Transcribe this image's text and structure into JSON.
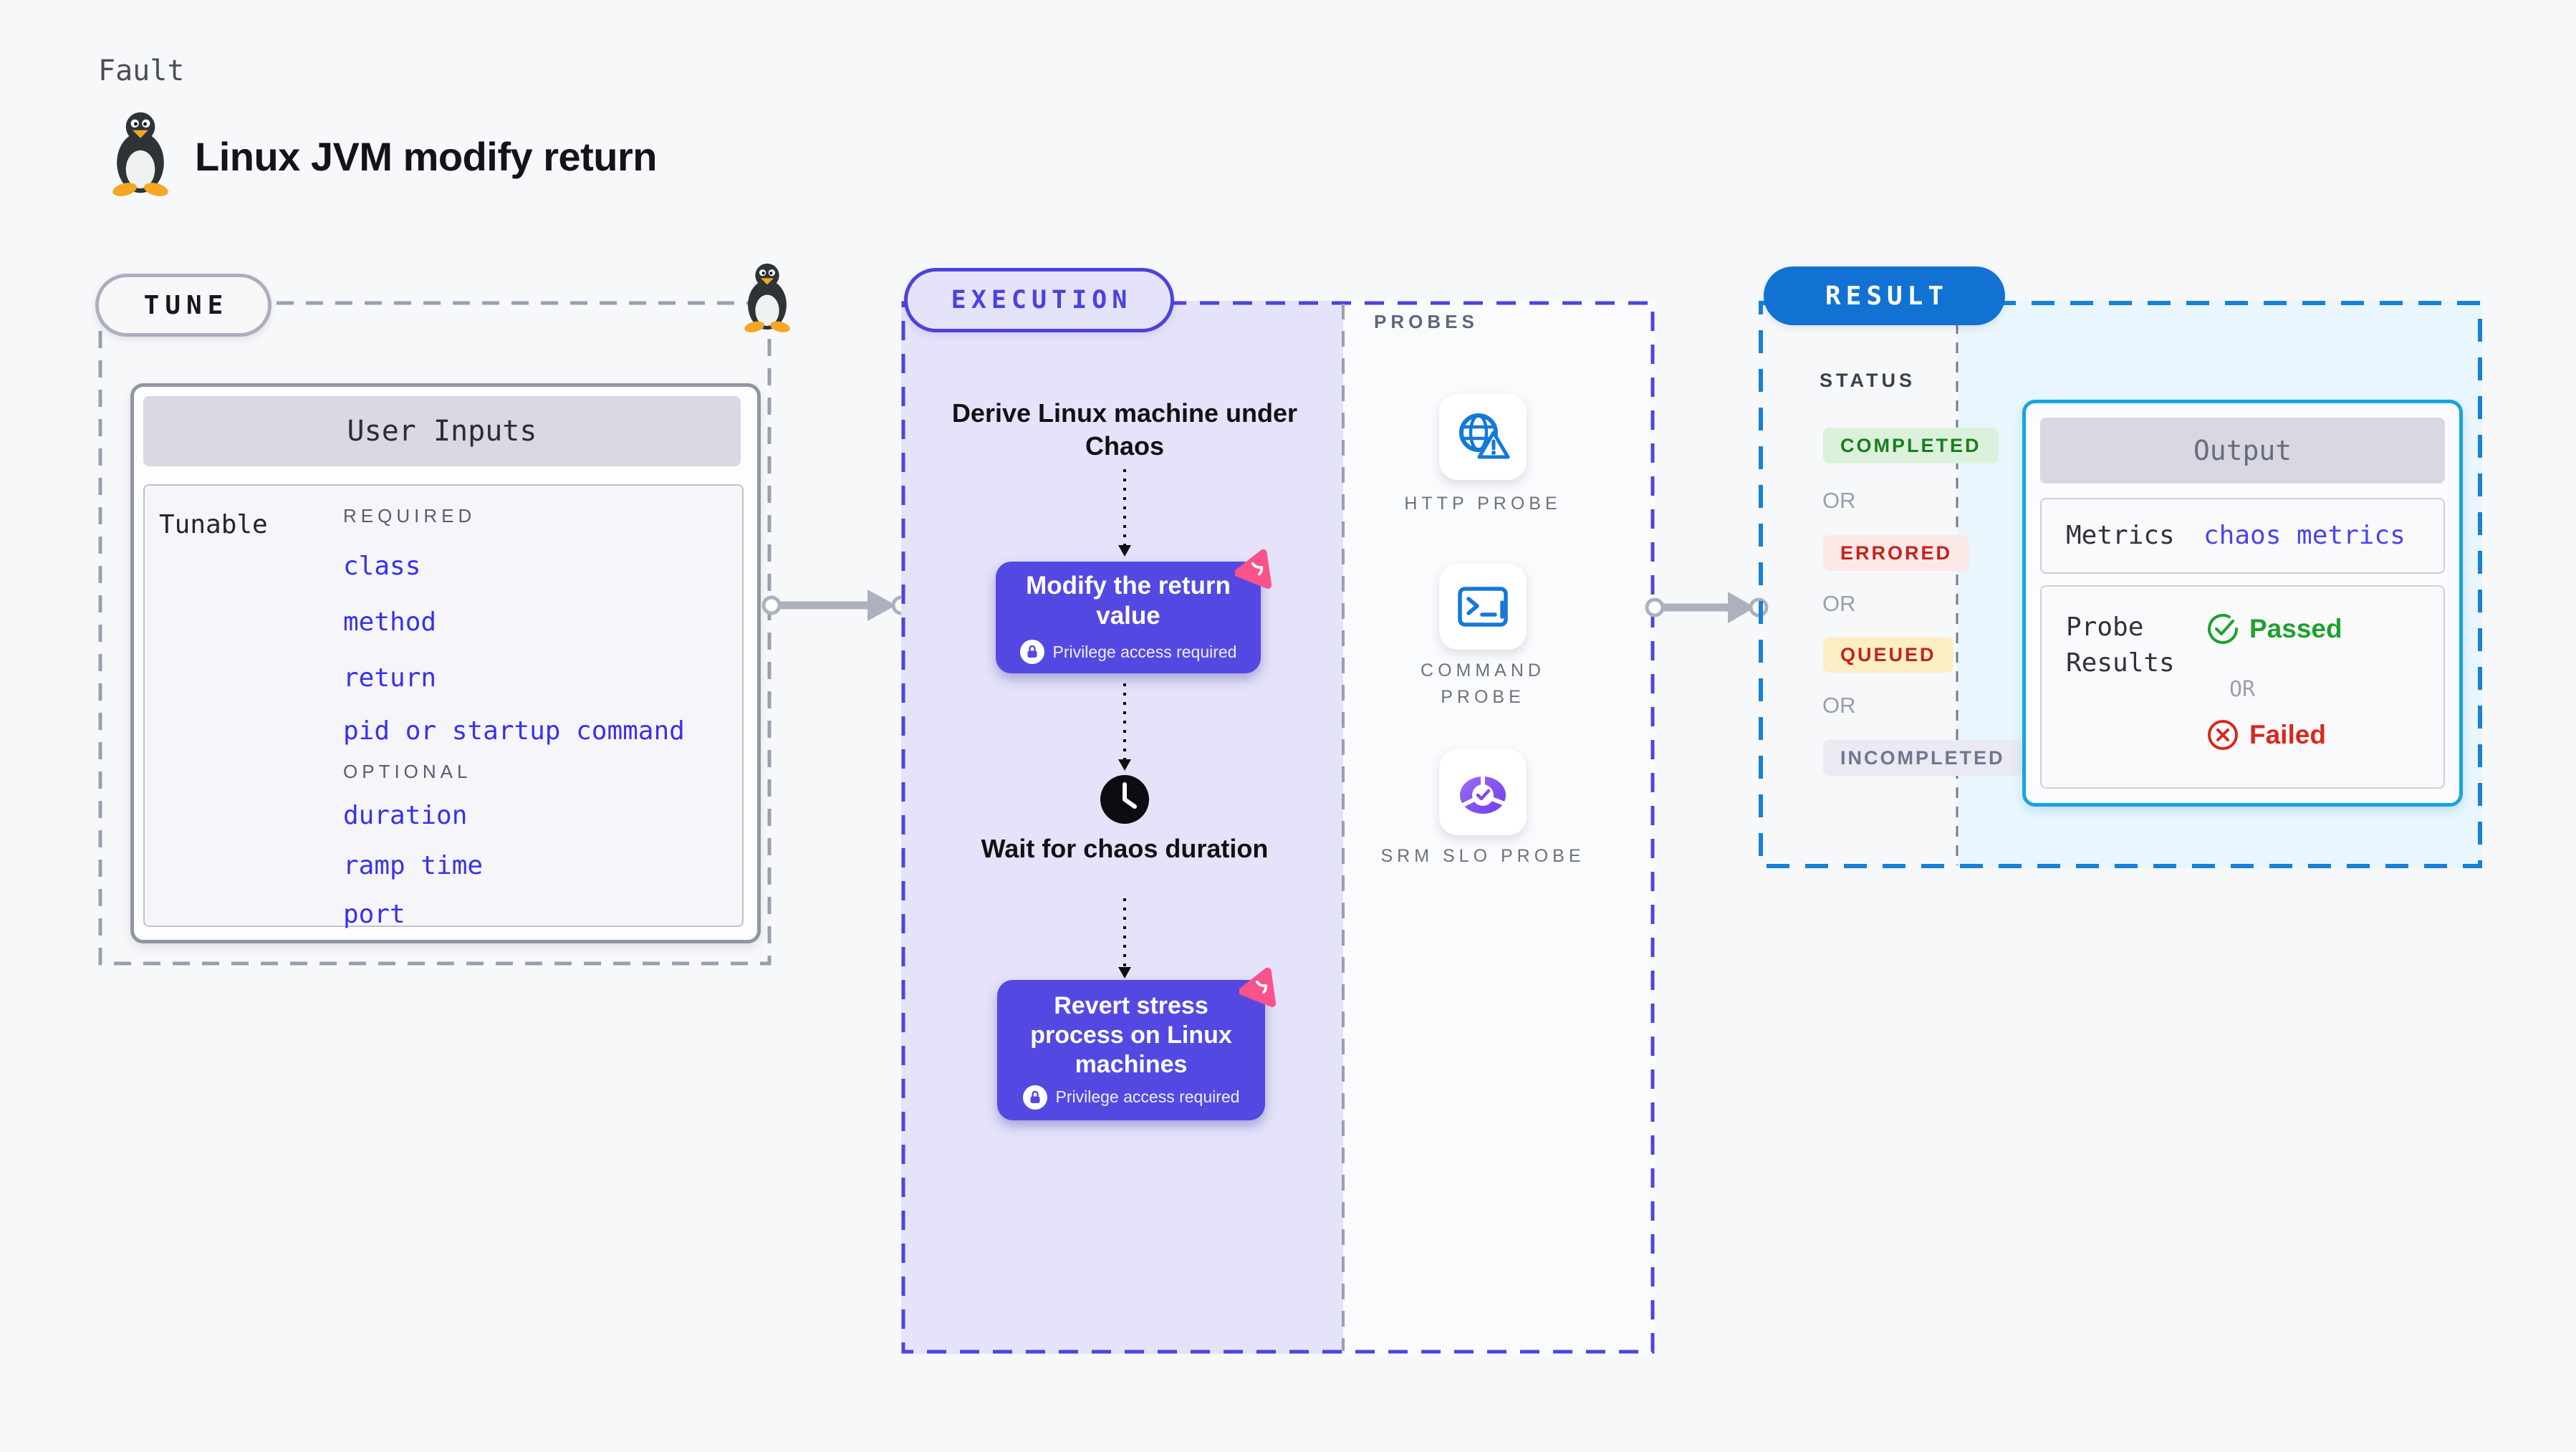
{
  "page": {
    "fault_label": "Fault",
    "title": "Linux JVM modify return"
  },
  "tune": {
    "pill": "TUNE",
    "card_title": "User Inputs",
    "row_label": "Tunable",
    "required_label": "REQUIRED",
    "required_items": [
      "class",
      "method",
      "return",
      "pid or startup command"
    ],
    "optional_label": "OPTIONAL",
    "optional_items": [
      "duration",
      "ramp time",
      "port"
    ]
  },
  "execution": {
    "pill": "EXECUTION",
    "step_derive": "Derive Linux machine under Chaos",
    "box_modify": "Modify the return value",
    "privilege_badge": "Privilege access required",
    "wait_step": "Wait for chaos duration",
    "box_revert": "Revert stress process on Linux machines"
  },
  "probes": {
    "label": "PROBES",
    "http": "HTTP PROBE",
    "command": "COMMAND PROBE",
    "srm": "SRM SLO PROBE"
  },
  "result": {
    "pill": "RESULT",
    "status_label": "STATUS",
    "or_label": "OR",
    "statuses": {
      "completed": "COMPLETED",
      "errored": "ERRORED",
      "queued": "QUEUED",
      "incompleted": "INCOMPLETED"
    },
    "output": {
      "title": "Output",
      "metrics_label": "Metrics",
      "metrics_value": "chaos metrics",
      "probe_results_label": "Probe Results",
      "passed": "Passed",
      "or_label": "OR",
      "failed": "Failed"
    }
  },
  "colors": {
    "accent_indigo": "#4A43DC",
    "accent_blue": "#1172D3",
    "accent_cyan": "#17A5DE",
    "chaos_purple": "#5349E2",
    "chaos_pink": "#F9538C",
    "param_blue": "#3832EA",
    "passed_green": "#1CA12F",
    "failed_red": "#D8281C"
  }
}
